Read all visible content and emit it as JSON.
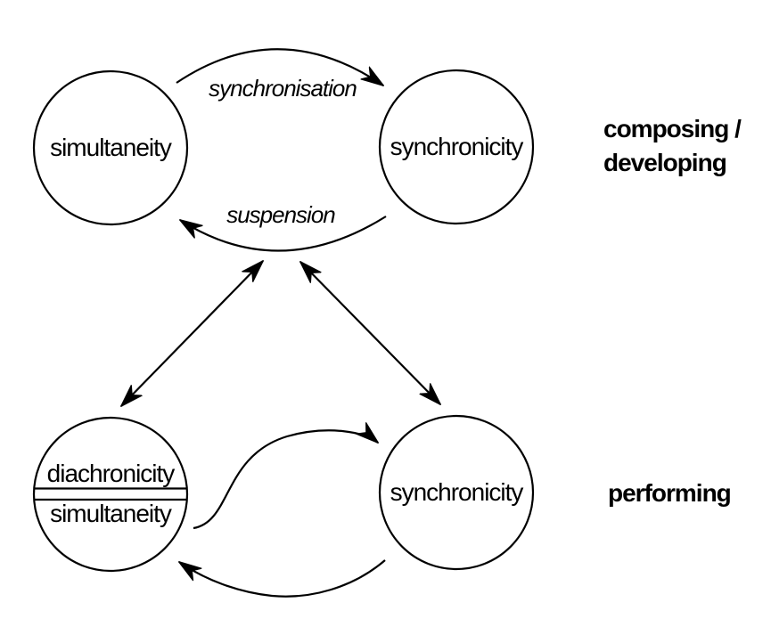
{
  "stage": {
    "background": "#ffffff",
    "ink": "#000000"
  },
  "nodes": {
    "topLeft": {
      "label": "simultaneity"
    },
    "topRight": {
      "label": "synchronicity"
    },
    "bottomLeft": {
      "upper": "diachronicity",
      "lower": "simultaneity"
    },
    "bottomRight": {
      "label": "synchronicity"
    }
  },
  "edges": {
    "synchronisation": {
      "label": "synchronisation"
    },
    "suspension": {
      "label": "suspension"
    }
  },
  "annotations": {
    "composing_line1": "composing /",
    "composing_line2": "developing",
    "performing": "performing"
  }
}
